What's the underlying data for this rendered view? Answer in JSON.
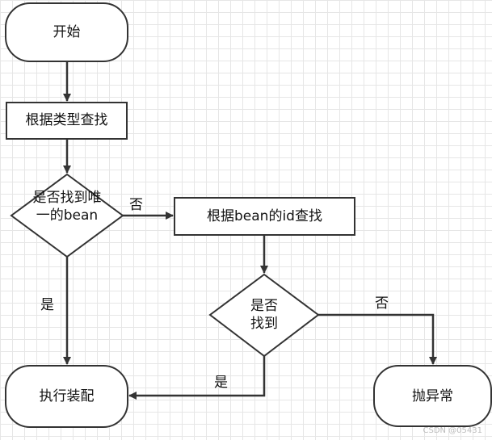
{
  "nodes": {
    "start": "开始",
    "find_by_type": "根据类型查找",
    "found_unique": "是否找到唯一的bean",
    "find_by_id": "根据bean的id查找",
    "found": "是否找到",
    "assemble": "执行装配",
    "throw": "抛异常"
  },
  "edges": {
    "unique_no": "否",
    "unique_yes": "是",
    "found_no": "否",
    "found_yes": "是"
  },
  "watermark": "CSDN @05431"
}
